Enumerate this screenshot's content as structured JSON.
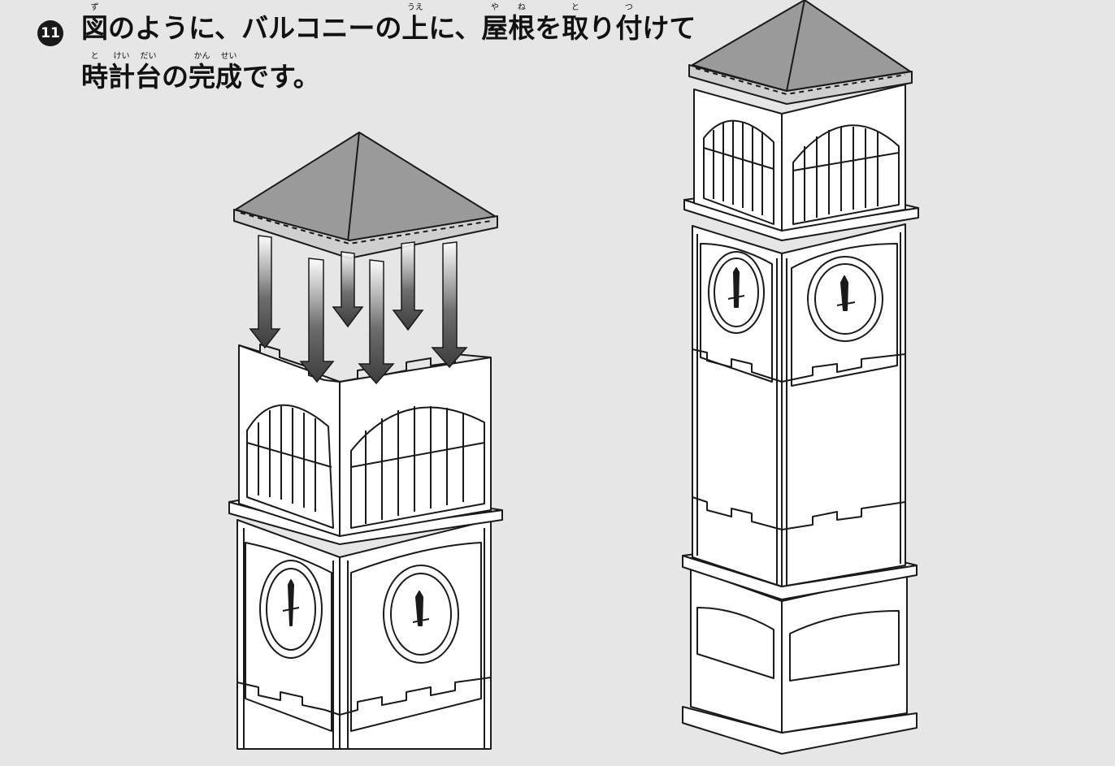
{
  "step": {
    "number": "11",
    "line1": [
      {
        "base": "図",
        "ruby": "ず"
      },
      {
        "text": "のように、バルコニーの"
      },
      {
        "base": "上",
        "ruby": "うえ"
      },
      {
        "text": "に、"
      },
      {
        "base": "屋",
        "ruby": "や"
      },
      {
        "base": "根",
        "ruby": "ね"
      },
      {
        "text": "を"
      },
      {
        "base": "取",
        "ruby": "と"
      },
      {
        "text": "り"
      },
      {
        "base": "付",
        "ruby": "つ"
      },
      {
        "text": "けて"
      }
    ],
    "line2": [
      {
        "base": "時",
        "ruby": "と"
      },
      {
        "base": "計",
        "ruby": "けい"
      },
      {
        "base": "台",
        "ruby": "だい"
      },
      {
        "text": "の"
      },
      {
        "base": "完",
        "ruby": "かん"
      },
      {
        "base": "成",
        "ruby": "せい"
      },
      {
        "text": "です。"
      }
    ]
  },
  "colors": {
    "background": "#e6e6e6",
    "outline": "#1a1a1a",
    "panel": "#ffffff",
    "roof": "#9a9a9a",
    "arrow": "#5a5a5a"
  },
  "icons": {
    "assembly_arrow": "down-arrow-icon",
    "clock_hands": "clock-hands-icon"
  }
}
